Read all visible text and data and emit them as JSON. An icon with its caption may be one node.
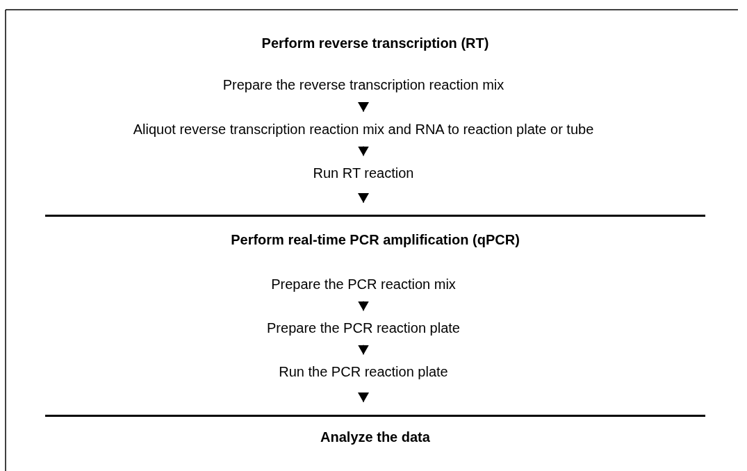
{
  "diagram": {
    "nodes": [
      {
        "text": [
          "Perform reverse transcription (RT)"
        ]
      },
      {
        "text": [
          "Prepare the reverse transcription reaction mix"
        ],
        "in": 0
      },
      {
        "text": [
          "Aliquot reverse transcription reaction mix and RNA to reaction plate or tube"
        ],
        "in": 0
      },
      {
        "text": [
          "Run RT reaction"
        ],
        "in": 0
      },
      {
        "text": [
          "Perform real-time PCR amplification (qPCR)"
        ]
      },
      {
        "text": [
          "Prepare the PCR reaction mix"
        ],
        "in": 4
      },
      {
        "text": [
          "Prepare the PCR reaction plate"
        ],
        "in": 4
      },
      {
        "text": [
          "Run the PCR reaction plate"
        ],
        "in": 4
      },
      {
        "text": [
          "Analyze the data"
        ]
      }
    ],
    "edges": [
      {
        "from": 1,
        "to": 2,
        "arrow": "to"
      },
      {
        "from": 2,
        "to": 3,
        "arrow": "to"
      },
      {
        "from": 3,
        "to": 4,
        "arrow": "to"
      },
      {
        "from": 5,
        "to": 6,
        "arrow": "to"
      },
      {
        "from": 6,
        "to": 7,
        "arrow": "to"
      },
      {
        "from": 7,
        "to": 8,
        "arrow": "to"
      }
    ]
  }
}
